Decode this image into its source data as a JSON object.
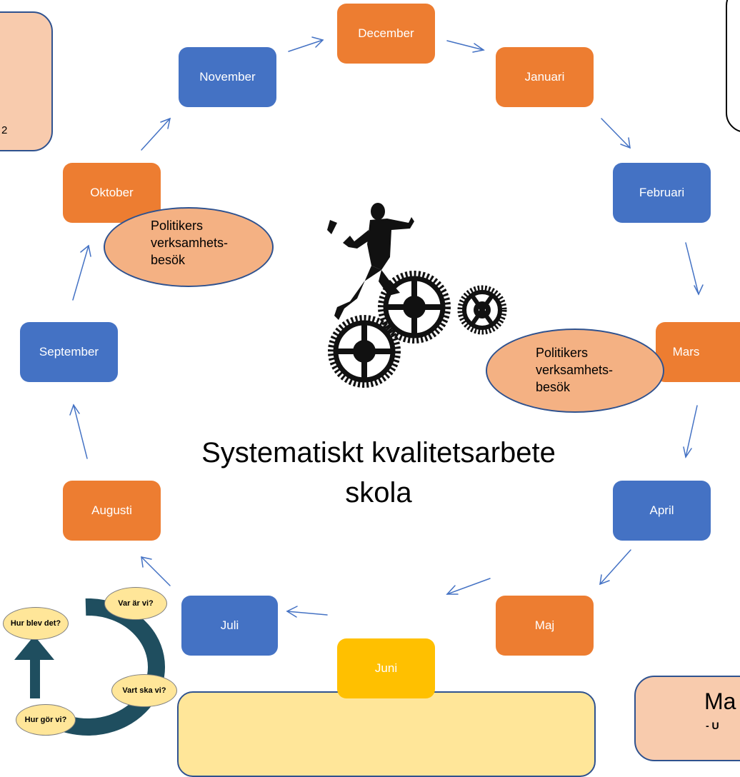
{
  "title": {
    "line1": "Systematiskt kvalitetsarbete",
    "line2": "skola"
  },
  "months": {
    "december": "December",
    "januari": "Januari",
    "februari": "Februari",
    "mars": "Mars",
    "april": "April",
    "maj": "Maj",
    "juni": "Juni",
    "juli": "Juli",
    "augusti": "Augusti",
    "september": "September",
    "oktober": "Oktober",
    "november": "November"
  },
  "callouts": {
    "oktober": "Politikers\nverksamhets-\nbesök",
    "mars": "Politikers\nverksamhets-\nbesök"
  },
  "left_box": {
    "fragment": "2"
  },
  "bottom_right_box": {
    "heading": "Ma",
    "bullet": "- U"
  },
  "cycle": {
    "q1": "Var är vi?",
    "q2": "Vart ska vi?",
    "q3": "Hur gör vi?",
    "q4": "Hur blev det?"
  },
  "colors": {
    "blue": "#4472c4",
    "orange": "#ed7d31",
    "yellow": "#ffc000",
    "callout": "#f4b183",
    "arrow": "#4472c4"
  }
}
